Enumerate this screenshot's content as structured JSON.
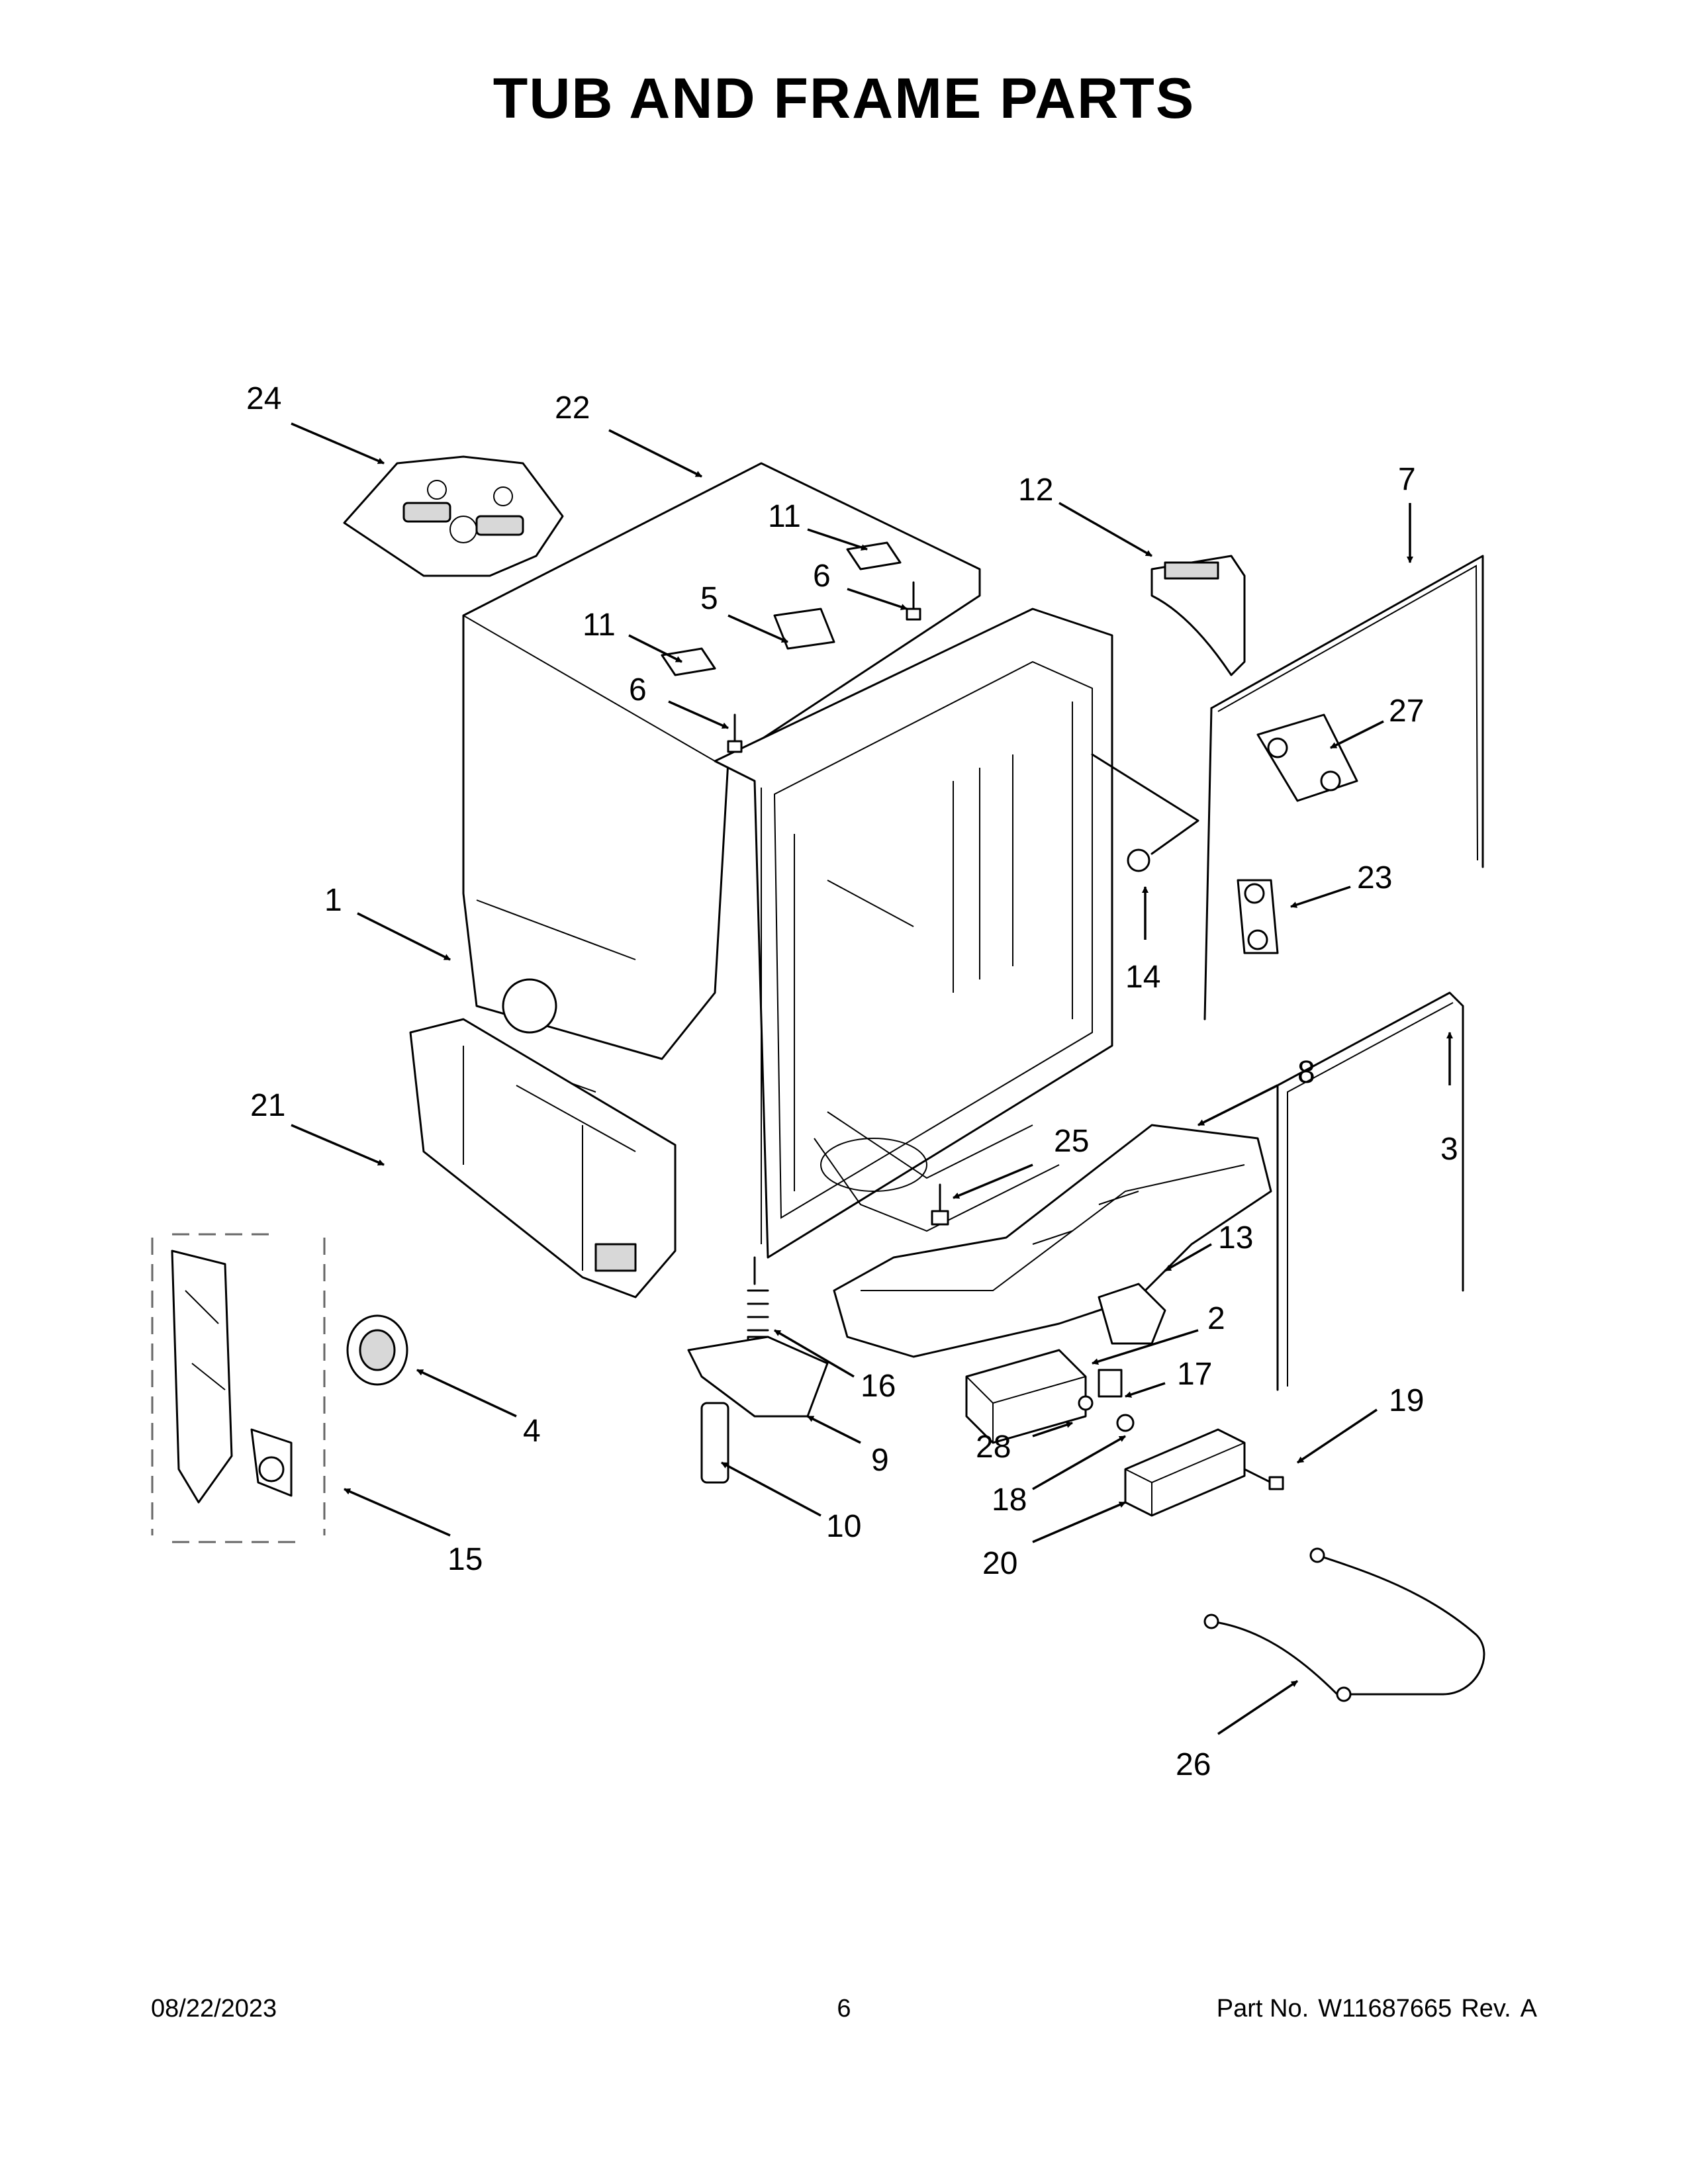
{
  "title": "TUB AND FRAME PARTS",
  "footer": {
    "date": "08/22/2023",
    "page": "6",
    "part_label": "Part No.",
    "part_number": "W11687665",
    "rev_label": "Rev.",
    "rev": "A"
  },
  "callouts": {
    "c1": "1",
    "c2": "2",
    "c3": "3",
    "c4": "4",
    "c5": "5",
    "c6a": "6",
    "c6b": "6",
    "c7": "7",
    "c8": "8",
    "c9": "9",
    "c10": "10",
    "c11a": "11",
    "c11b": "11",
    "c12": "12",
    "c13": "13",
    "c14": "14",
    "c15": "15",
    "c16": "16",
    "c17": "17",
    "c18": "18",
    "c19": "19",
    "c20": "20",
    "c21": "21",
    "c22": "22",
    "c23": "23",
    "c24": "24",
    "c25": "25",
    "c26": "26",
    "c27": "27",
    "c28": "28"
  }
}
